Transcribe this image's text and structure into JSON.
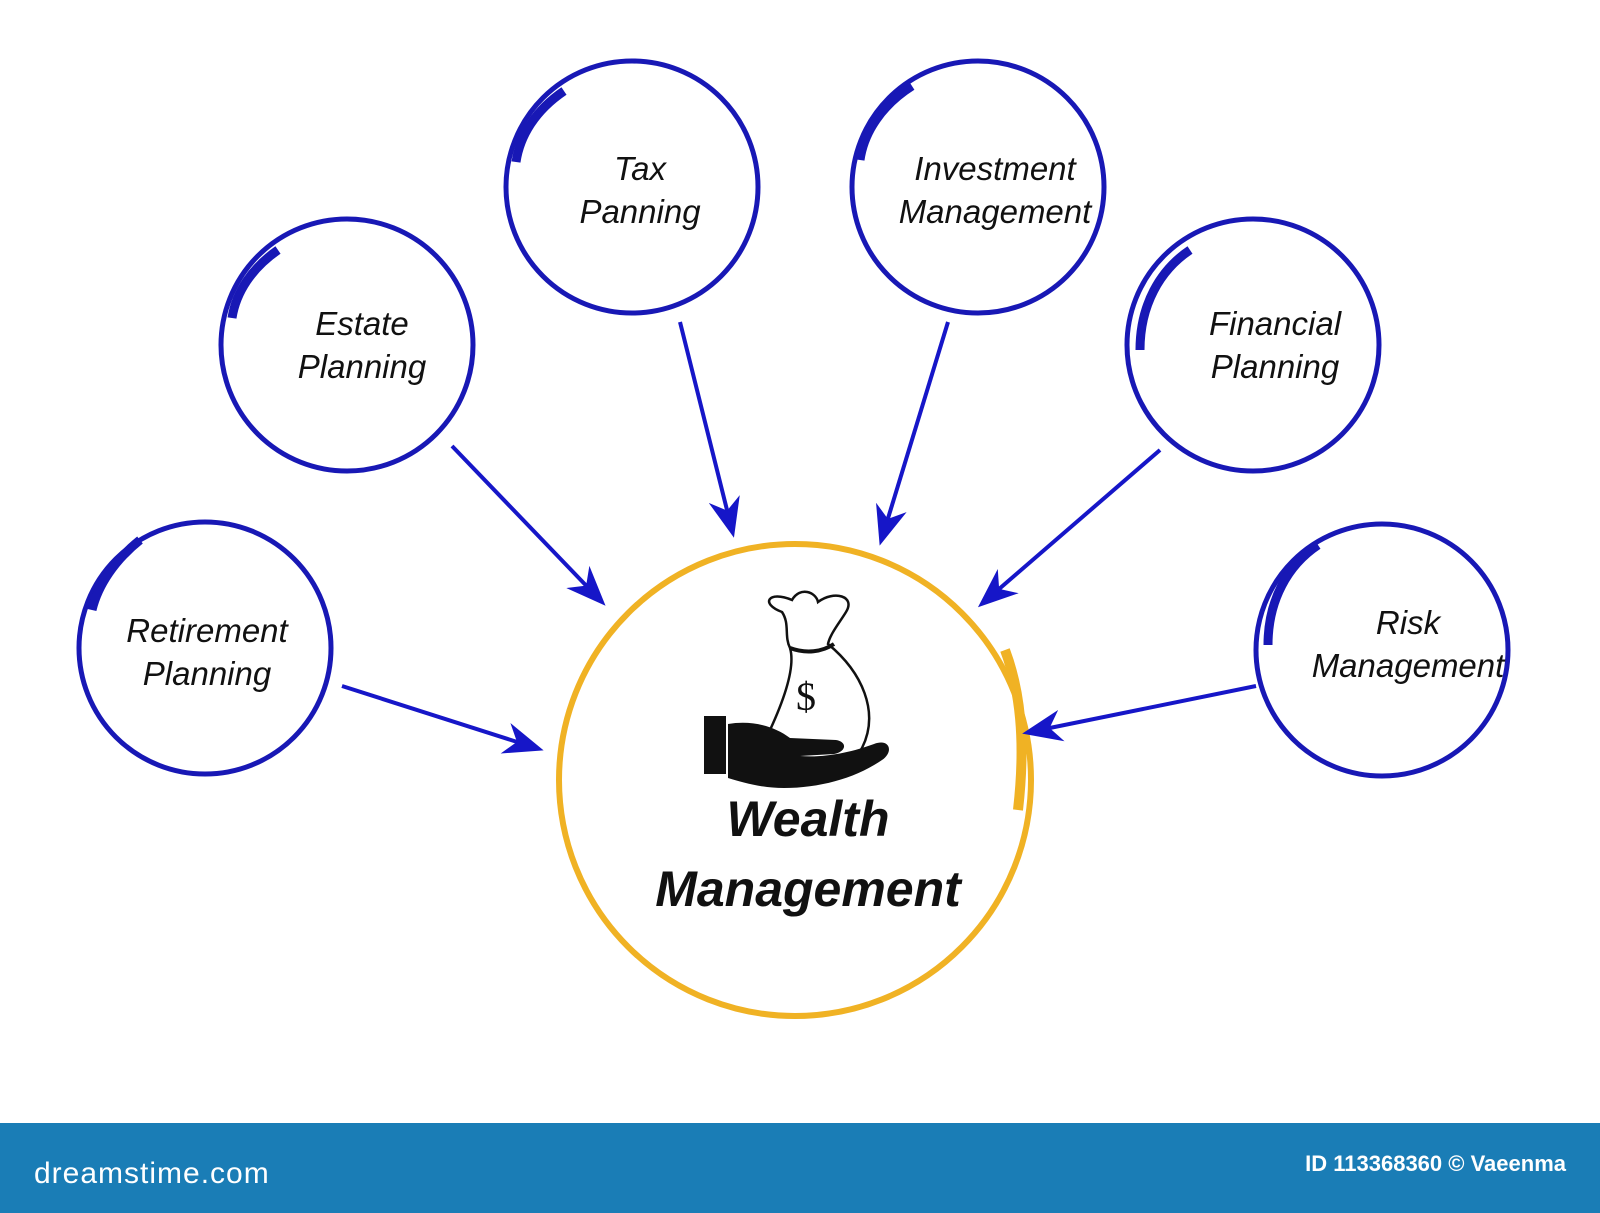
{
  "center": {
    "title_line1": "Wealth",
    "title_line2": "Management",
    "color": "#f0b224"
  },
  "nodes": [
    {
      "line1": "Retirement",
      "line2": "Planning"
    },
    {
      "line1": "Estate",
      "line2": "Planning"
    },
    {
      "line1": "Tax",
      "line2": "Panning"
    },
    {
      "line1": "Investment",
      "line2": "Management"
    },
    {
      "line1": "Financial",
      "line2": "Planning"
    },
    {
      "line1": "Risk",
      "line2": "Management"
    }
  ],
  "colors": {
    "circle": "#1818b5",
    "arrow": "#1616c8",
    "footer": "#1a7db6"
  },
  "icons": {
    "center": "hand-holding-money-bag-icon",
    "money_symbol": "$"
  },
  "footer": {
    "logo": "dreamstime.com",
    "id_text": "ID 113368360 © Vaeenma"
  }
}
